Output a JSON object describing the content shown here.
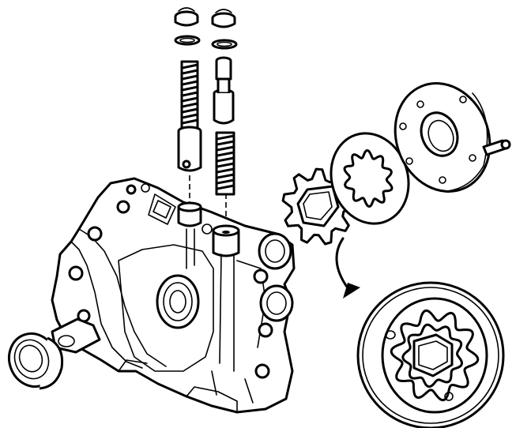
{
  "diagram": {
    "parts": [
      {
        "id": "plug-left",
        "icon": "plug-icon"
      },
      {
        "id": "plug-right",
        "icon": "plug-icon"
      },
      {
        "id": "seal-ring-left",
        "icon": "o-ring-icon"
      },
      {
        "id": "seal-ring-right",
        "icon": "o-ring-icon"
      },
      {
        "id": "relief-spring-left",
        "icon": "spring-icon"
      },
      {
        "id": "relief-spring-right",
        "icon": "spring-icon"
      },
      {
        "id": "relief-plunger-left",
        "icon": "plunger-icon"
      },
      {
        "id": "relief-plunger-right",
        "icon": "plunger-icon"
      },
      {
        "id": "pump-housing",
        "icon": "oil-pump-housing-icon"
      },
      {
        "id": "shaft-seal",
        "icon": "shaft-seal-icon"
      },
      {
        "id": "inner-rotor",
        "icon": "inner-rotor-icon"
      },
      {
        "id": "outer-rotor",
        "icon": "outer-rotor-icon"
      },
      {
        "id": "pump-cover",
        "icon": "cover-plate-icon"
      },
      {
        "id": "rotor-detail",
        "icon": "magnified-rotor-icon"
      }
    ],
    "colors": {
      "line": "#000000",
      "background": "#ffffff"
    }
  }
}
